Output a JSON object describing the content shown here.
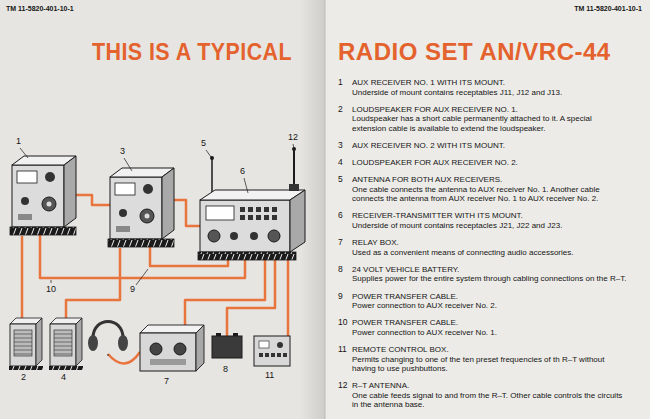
{
  "diagram": {
    "labels": [
      "TM 11-5820-401-10-1",
      "TM 11-5820-401-10-1",
      "THIS IS A TYPICAL",
      "RADIO SET AN/VRC-44",
      "1",
      "3",
      "5",
      "12",
      "6",
      "10",
      "9",
      "2",
      "4",
      "7",
      "8",
      "11",
      "1",
      "AUX RECEIVER NO. 1 WITH ITS MOUNT.",
      "Underside of mount contains receptables J11, J12 and J13.",
      "2",
      "LOUDSPEAKER FOR AUX RECEIVER NO. 1.",
      "Loudspeaker has a short cable permanently attached to it. A special extension cable is available to extend the loudspeaker.",
      "3",
      "AUX RECEIVER NO. 2 WITH ITS MOUNT.",
      "4",
      "LOUDSPEAKER FOR AUX RECEIVER NO. 2.",
      "5",
      "ANTENNA FOR BOTH AUX RECEIVERS.",
      "One cable connects the antenna to AUX receiver No. 1. Another cable connects the antenna from AUX receiver No. 1 to AUX receiver No. 2.",
      "6",
      "RECEIVER-TRANSMITTER WITH ITS MOUNT.",
      "Underside of mount contains receptacles J21, J22 and J23.",
      "7",
      "RELAY BOX.",
      "Used as a convenient means of connecting audio accessories.",
      "8",
      "24 VOLT VEHICLE BATTERY.",
      "Supplies power for the entire system through cabling connections on the R–T.",
      "9",
      "POWER TRANSFER CABLE.",
      "Power connection to AUX receiver No. 2.",
      "10",
      "POWER TRANSFER CABLE.",
      "Power connection to AUX receiver No. 1.",
      "11",
      "REMOTE CONTROL BOX.",
      "Permits changing to one of the ten preset frequencies of th R–T without having to use pushbuttons.",
      "12",
      "R–T ANTENNA.",
      "One cable feeds signal to and from the R–T. Other cable controls the circuits in the antenna base."
    ]
  }
}
